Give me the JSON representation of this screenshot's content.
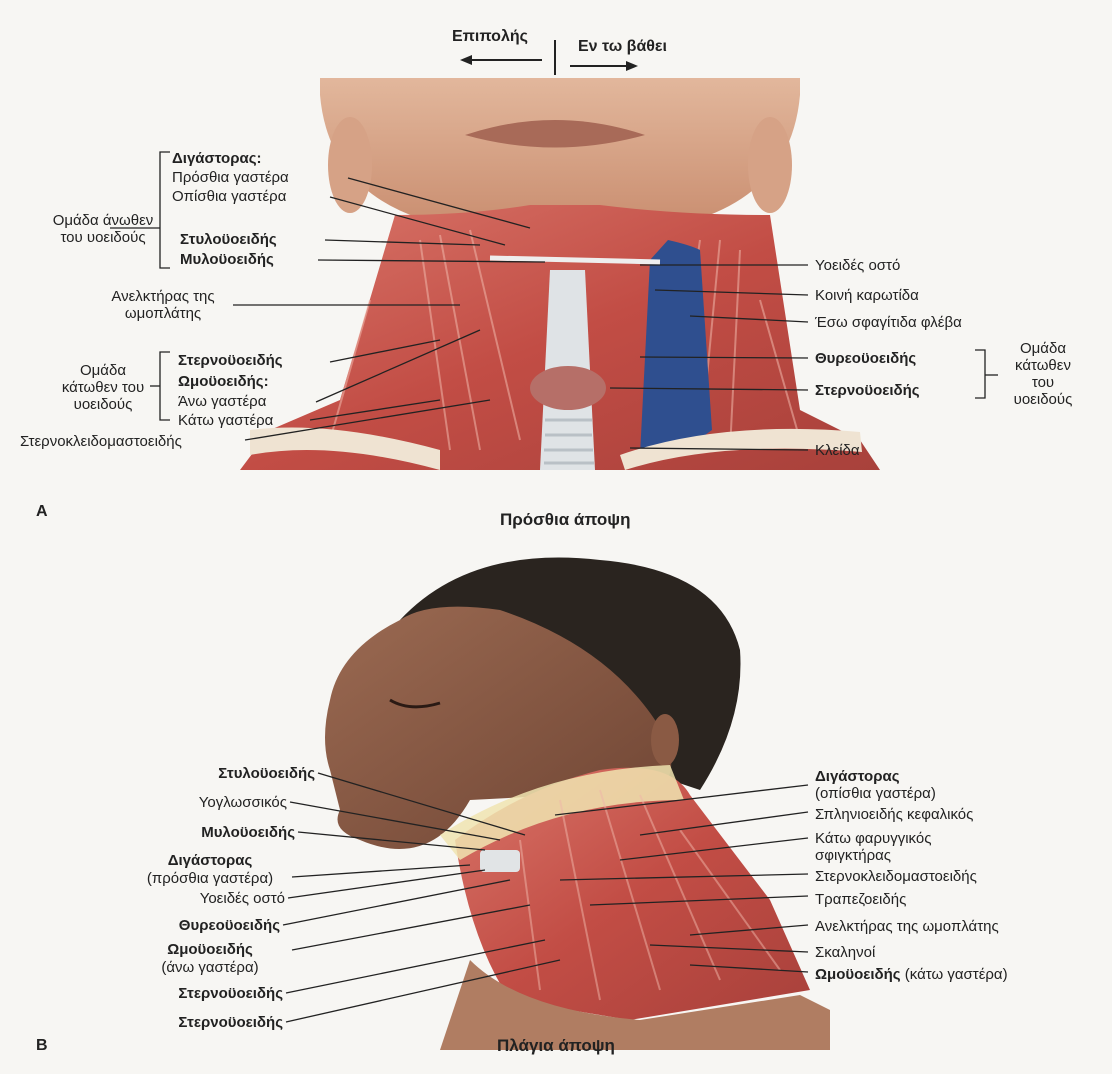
{
  "header": {
    "superficial": "Επιπολής",
    "deep": "Εν τω βάθει"
  },
  "panel_a": {
    "letter": "A",
    "caption": "Πρόσθια άποψη",
    "left_labels": {
      "suprahyoid_group": [
        "Ομάδα άνωθεν",
        "του υοειδούς"
      ],
      "digastric": "Διγάστορας:",
      "anterior_belly": "Πρόσθια γαστέρα",
      "posterior_belly": "Οπίσθια γαστέρα",
      "stylohyoid": "Στυλοϋοειδής",
      "mylohyoid": "Μυλοϋοειδής",
      "levator_scapulae": [
        "Ανελκτήρας της",
        "ωμοπλάτης"
      ],
      "infrahyoid_group": [
        "Ομάδα",
        "κάτωθεν του",
        "υοειδούς"
      ],
      "sternohyoid": "Στερνοϋοειδής",
      "omohyoid": "Ωμοϋοειδής:",
      "superior_belly": "Άνω γαστέρα",
      "inferior_belly": "Κάτω γαστέρα",
      "sternocleidomastoid": "Στερνοκλειδομαστοειδής"
    },
    "right_labels": {
      "hyoid_bone": "Υοειδές οστό",
      "common_carotid": "Κοινή καρωτίδα",
      "internal_jugular": "Έσω σφαγίτιδα φλέβα",
      "thyrohyoid": "Θυρεοϋοειδής",
      "sternothyroid": "Στερνοϋοειδής",
      "infrahyoid_group": [
        "Ομάδα",
        "κάτωθεν",
        "του",
        "υοειδούς"
      ],
      "clavicle": "Κλείδα"
    }
  },
  "panel_b": {
    "letter": "B",
    "caption": "Πλάγια άποψη",
    "left_labels": {
      "stylohyoid": "Στυλοϋοειδής",
      "hyoglossus": "Υογλωσσικός",
      "mylohyoid": "Μυλοϋοειδής",
      "digastric": "Διγάστορας",
      "digastric_sub": "(πρόσθια γαστέρα)",
      "hyoid_bone": "Υοειδές οστό",
      "thyrohyoid": "Θυρεοϋοειδής",
      "omohyoid": "Ωμοϋοειδής",
      "omohyoid_sub": "(άνω γαστέρα)",
      "sternohyoid": "Στερνοϋοειδής",
      "sternothyroid": "Στερνοϋοειδής"
    },
    "right_labels": {
      "digastric": "Διγάστορας",
      "digastric_sub": "(οπίσθια γαστέρα)",
      "splenius_capitis": "Σπληνιοειδής κεφαλικός",
      "inferior_constrictor": "Κάτω φαρυγγικός",
      "inferior_constrictor_2": "σφιγκτήρας",
      "sternocleidomastoid": "Στερνοκλειδομαστοειδής",
      "trapezius": "Τραπεζοειδής",
      "levator_scapulae": "Ανελκτήρας της ωμοπλάτης",
      "scalenes": "Σκαληνοί",
      "omohyoid": "Ωμοϋοειδής",
      "omohyoid_sub": "(κάτω γαστέρα)"
    }
  },
  "colors": {
    "skin": "#d9a88a",
    "muscle": "#c9544c",
    "vein": "#2f4f8f",
    "cartilage": "#dfe3e6",
    "hair": "#2a241f"
  }
}
